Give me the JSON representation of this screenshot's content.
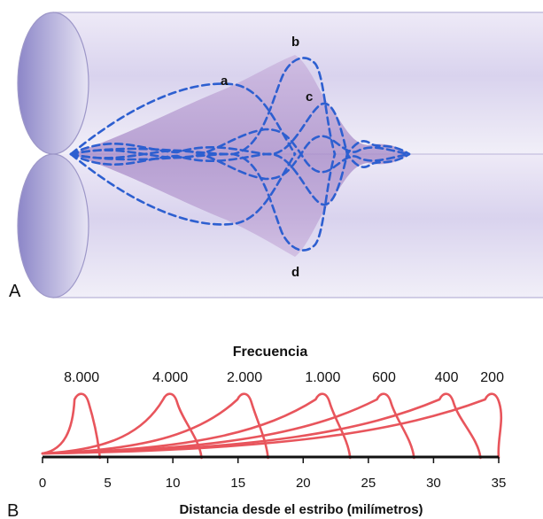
{
  "panel_a": {
    "label": "A",
    "wave_labels": [
      "a",
      "b",
      "c",
      "d"
    ],
    "colors": {
      "tube": "#c9c4e4",
      "wave": "#2d5fd0",
      "envelope": "#9b7fc4"
    }
  },
  "panel_b": {
    "label": "B",
    "title": "Frecuencia",
    "xlabel": "Distancia desde el estribo (milímetros)",
    "colors": {
      "curve": "#e8555c",
      "axis": "#111111"
    }
  },
  "chart_data": {
    "type": "line",
    "title": "Frecuencia",
    "xlabel": "Distancia desde el estribo (milímetros)",
    "ylabel": "",
    "xlim": [
      0,
      35
    ],
    "x_ticks": [
      0,
      5,
      10,
      15,
      20,
      25,
      30,
      35
    ],
    "frequency_labels": [
      "8.000",
      "4.000",
      "2.000",
      "1.000",
      "600",
      "400",
      "200"
    ],
    "series": [
      {
        "name": "8.000",
        "peak_x": 3.0,
        "end_x": 4.4
      },
      {
        "name": "4.000",
        "peak_x": 9.8,
        "end_x": 12.2
      },
      {
        "name": "2.000",
        "peak_x": 15.5,
        "end_x": 17.3
      },
      {
        "name": "1.000",
        "peak_x": 21.5,
        "end_x": 23.6
      },
      {
        "name": "600",
        "peak_x": 26.2,
        "end_x": 28.5
      },
      {
        "name": "400",
        "peak_x": 31.0,
        "end_x": 33.6
      },
      {
        "name": "200",
        "peak_x": 34.5,
        "end_x": 35.0
      }
    ]
  }
}
